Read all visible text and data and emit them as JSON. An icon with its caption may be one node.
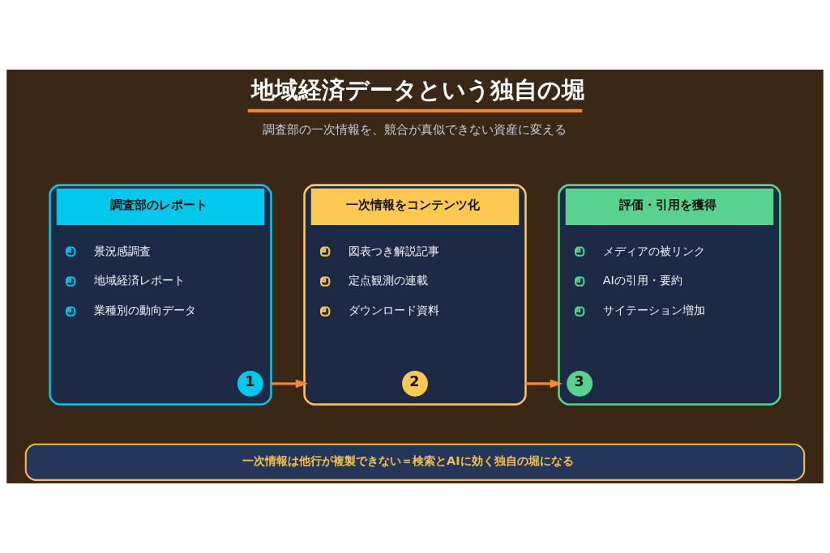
{
  "diagram": {
    "title": "地域経済データという独自の堀",
    "nodes": [
      {
        "text": [
          "調査部のレポート",
          "景況感調査",
          "地域経済レポート",
          "業種別の動向データ"
        ]
      },
      {
        "text": [
          "1"
        ],
        "in": 0
      },
      {
        "text": [
          "一次情報をコンテンツ化",
          "図表つき解説記事",
          "定点観測の連載",
          "ダウンロード資料"
        ]
      },
      {
        "text": [
          "2"
        ],
        "in": 2
      },
      {
        "text": [
          "評価・引用を獲得",
          "メディアの被リンク",
          "AIの引用・要約",
          "サイテーション増加"
        ]
      },
      {
        "text": [
          "3"
        ],
        "in": 4
      },
      {
        "text": [
          "一次情報は他行が複製できない＝検索とAIに効く独自の堀になる"
        ]
      }
    ],
    "edges": [
      {
        "from": 0,
        "to": 2,
        "arrow": "to"
      },
      {
        "from": 2,
        "to": 4,
        "arrow": "to"
      }
    ],
    "labels": [
      "調査部の一次情報を、競合が真似できない資産に変える"
    ]
  }
}
